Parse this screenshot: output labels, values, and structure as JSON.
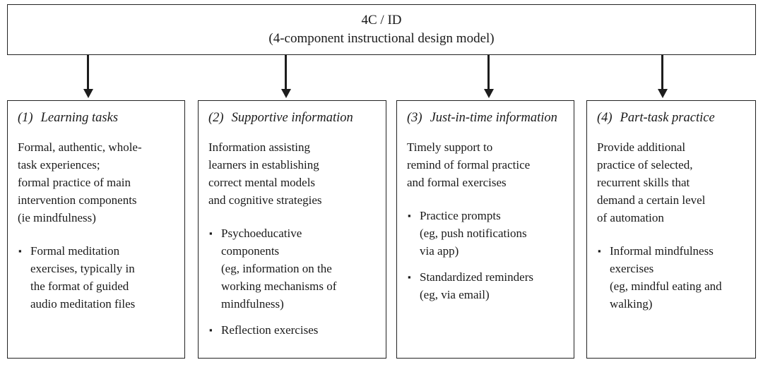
{
  "diagram": {
    "title": {
      "line1": "4C / ID",
      "line2": "(4-component instructional design model)"
    },
    "bullet_glyph": "▪",
    "line_color": "#222222",
    "arrow_color": "#1d1d1d",
    "background": "#ffffff",
    "components": [
      {
        "number": "(1)",
        "title": "Learning\ntasks",
        "description": "Formal, authentic, whole-\ntask experiences;\nformal practice of main\nintervention components\n(ie mindfulness)",
        "bullets": [
          "Formal meditation\nexercises, typically in\nthe format of guided\naudio meditation files"
        ]
      },
      {
        "number": "(2)",
        "title": "Supportive\ninformation",
        "description": "Information assisting\nlearners in establishing\ncorrect mental models\nand cognitive strategies",
        "bullets": [
          "Psychoeducative\ncomponents\n(eg, information on the\nworking mechanisms of\nmindfulness)",
          "Reflection exercises"
        ]
      },
      {
        "number": "(3)",
        "title": "Just-in-time\ninformation",
        "description": "Timely support to\nremind of formal practice\nand formal exercises",
        "bullets": [
          "Practice prompts\n(eg, push notifications\nvia app)",
          "Standardized reminders\n(eg, via email)"
        ]
      },
      {
        "number": "(4)",
        "title": "Part-task\npractice",
        "description": "Provide additional\npractice of selected,\nrecurrent skills that\ndemand a certain level\nof automation",
        "bullets": [
          "Informal mindfulness\nexercises\n(eg, mindful eating and\nwalking)"
        ]
      }
    ]
  }
}
